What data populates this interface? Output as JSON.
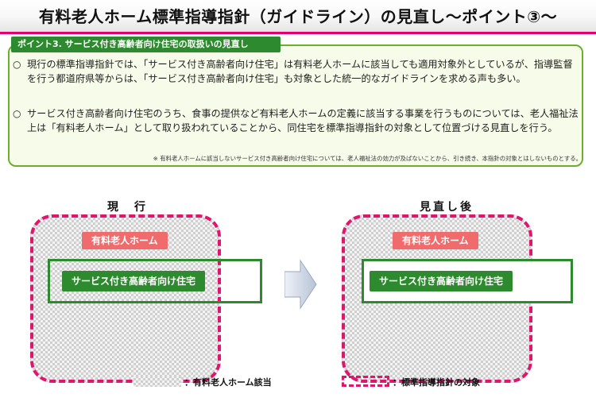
{
  "title": "有料老人ホーム標準指導指針（ガイドライン）の見直し～ポイント③～",
  "point": {
    "heading": "ポイント3. サービス付き高齢者向け住宅の取扱いの見直し",
    "bullet_mark": "○",
    "bullets": [
      "現行の標準指導指針では、「サービス付き高齢者向け住宅」は有料老人ホームに該当しても適用対象外としているが、指導監督を行う都道府県等からは、「サービス付き高齢者向け住宅」も対象とした統一的なガイドラインを求める声も多い。",
      "サービス付き高齢者向け住宅のうち、食事の提供など有料老人ホームの定義に該当する事業を行うものについては、老人福祉法上は「有料老人ホーム」として取り扱われていることから、同住宅を標準指導指針の対象として位置づける見直しを行う。"
    ],
    "note": "※ 有料老人ホームに該当しないサービス付き高齢者向け住宅については、老人福祉法の効力が及ばないことから、引き続き、本指針の対象とはしないものとする。"
  },
  "diagram": {
    "before_label": "現　行",
    "after_label": "見直し後",
    "home_label": "有料老人ホーム",
    "sakoju_label": "サービス付き高齢者向け住宅"
  },
  "legend": {
    "hatched": "：有料老人ホーム該当",
    "dashed": "：標準指導指針の対象"
  },
  "colors": {
    "accent_pink": "#e0156d",
    "green": "#2e8a2e",
    "salmon": "#f06b6b",
    "light_green_bg": "#f7fbe9"
  }
}
